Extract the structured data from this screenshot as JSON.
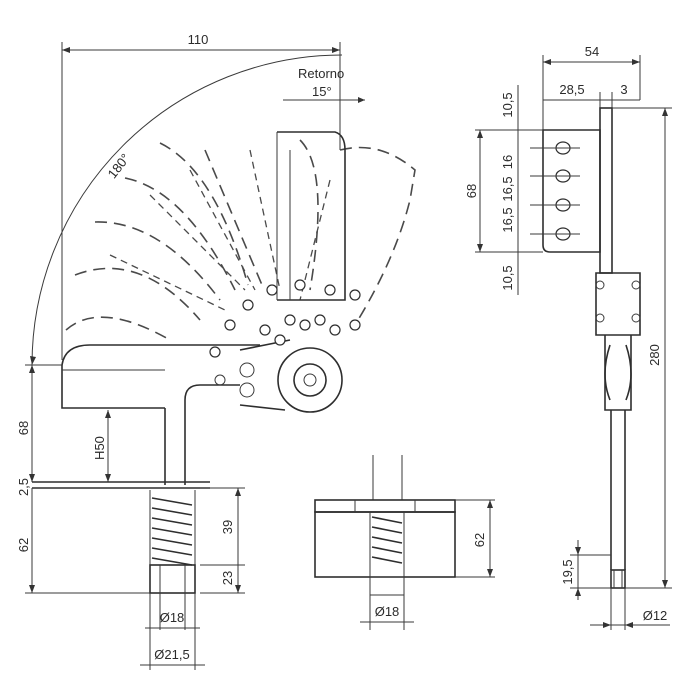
{
  "drawing": {
    "side_view": {
      "width_110": "110",
      "retorno": "Retorno",
      "angle_15": "15°",
      "angle_180": "180°",
      "height_68": "68",
      "h50": "H50",
      "t_2_5": "2,5",
      "spring_62": "62",
      "spring_39": "39",
      "spring_23": "23",
      "dia_18": "Ø18",
      "dia_21_5": "Ø21,5"
    },
    "front_view": {
      "height_62": "62",
      "dia_18": "Ø18"
    },
    "end_view": {
      "width_54": "54",
      "w_28_5": "28,5",
      "w_3": "3",
      "top_10_5": "10,5",
      "h_68": "68",
      "holes_16_5_a": "16,5",
      "holes_16_5_b": "16,5",
      "holes_16": "16",
      "bot_10_5": "10,5",
      "length_280": "280",
      "h_19_5": "19,5",
      "dia_12": "Ø12"
    }
  }
}
